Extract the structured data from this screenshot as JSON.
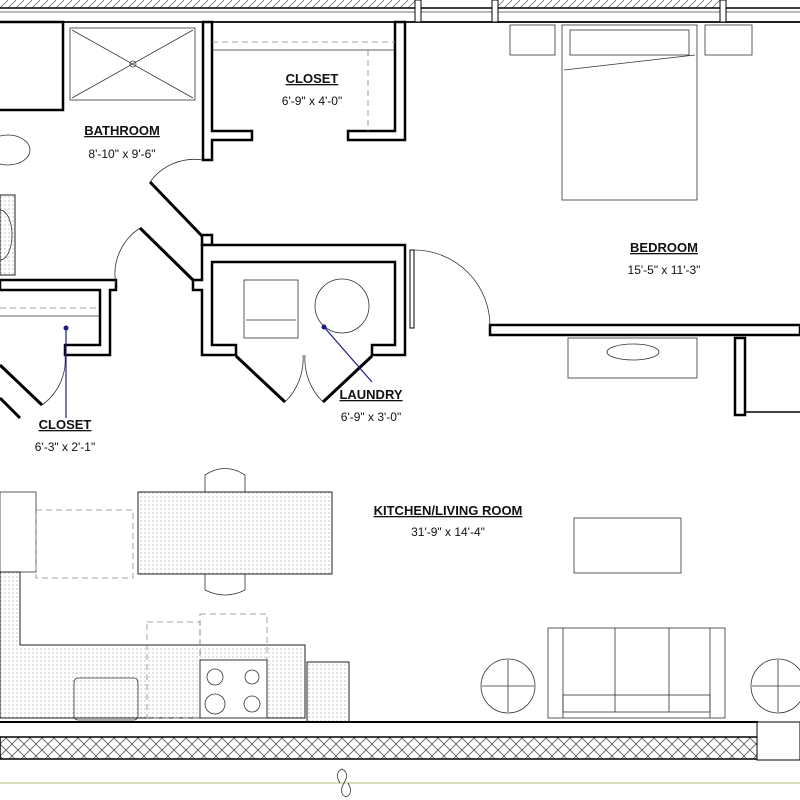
{
  "rooms": [
    {
      "id": "bathroom",
      "name": "BATHROOM",
      "dimensions": "8'-10\" x 9'-6\""
    },
    {
      "id": "closet-top",
      "name": "CLOSET",
      "dimensions": "6'-9\" x 4'-0\""
    },
    {
      "id": "bedroom",
      "name": "BEDROOM",
      "dimensions": "15'-5\" x 11'-3\""
    },
    {
      "id": "laundry",
      "name": "LAUNDRY",
      "dimensions": "6'-9\" x 3'-0\""
    },
    {
      "id": "closet-left",
      "name": "CLOSET",
      "dimensions": "6'-3\" x 2'-1\""
    },
    {
      "id": "kitchen-living",
      "name": "KITCHEN/LIVING ROOM",
      "dimensions": "31'-9\" x 14'-4\""
    }
  ],
  "colors": {
    "wall": "#000000",
    "leader": "#1a1a8c",
    "ground_line": "#c8c890"
  }
}
